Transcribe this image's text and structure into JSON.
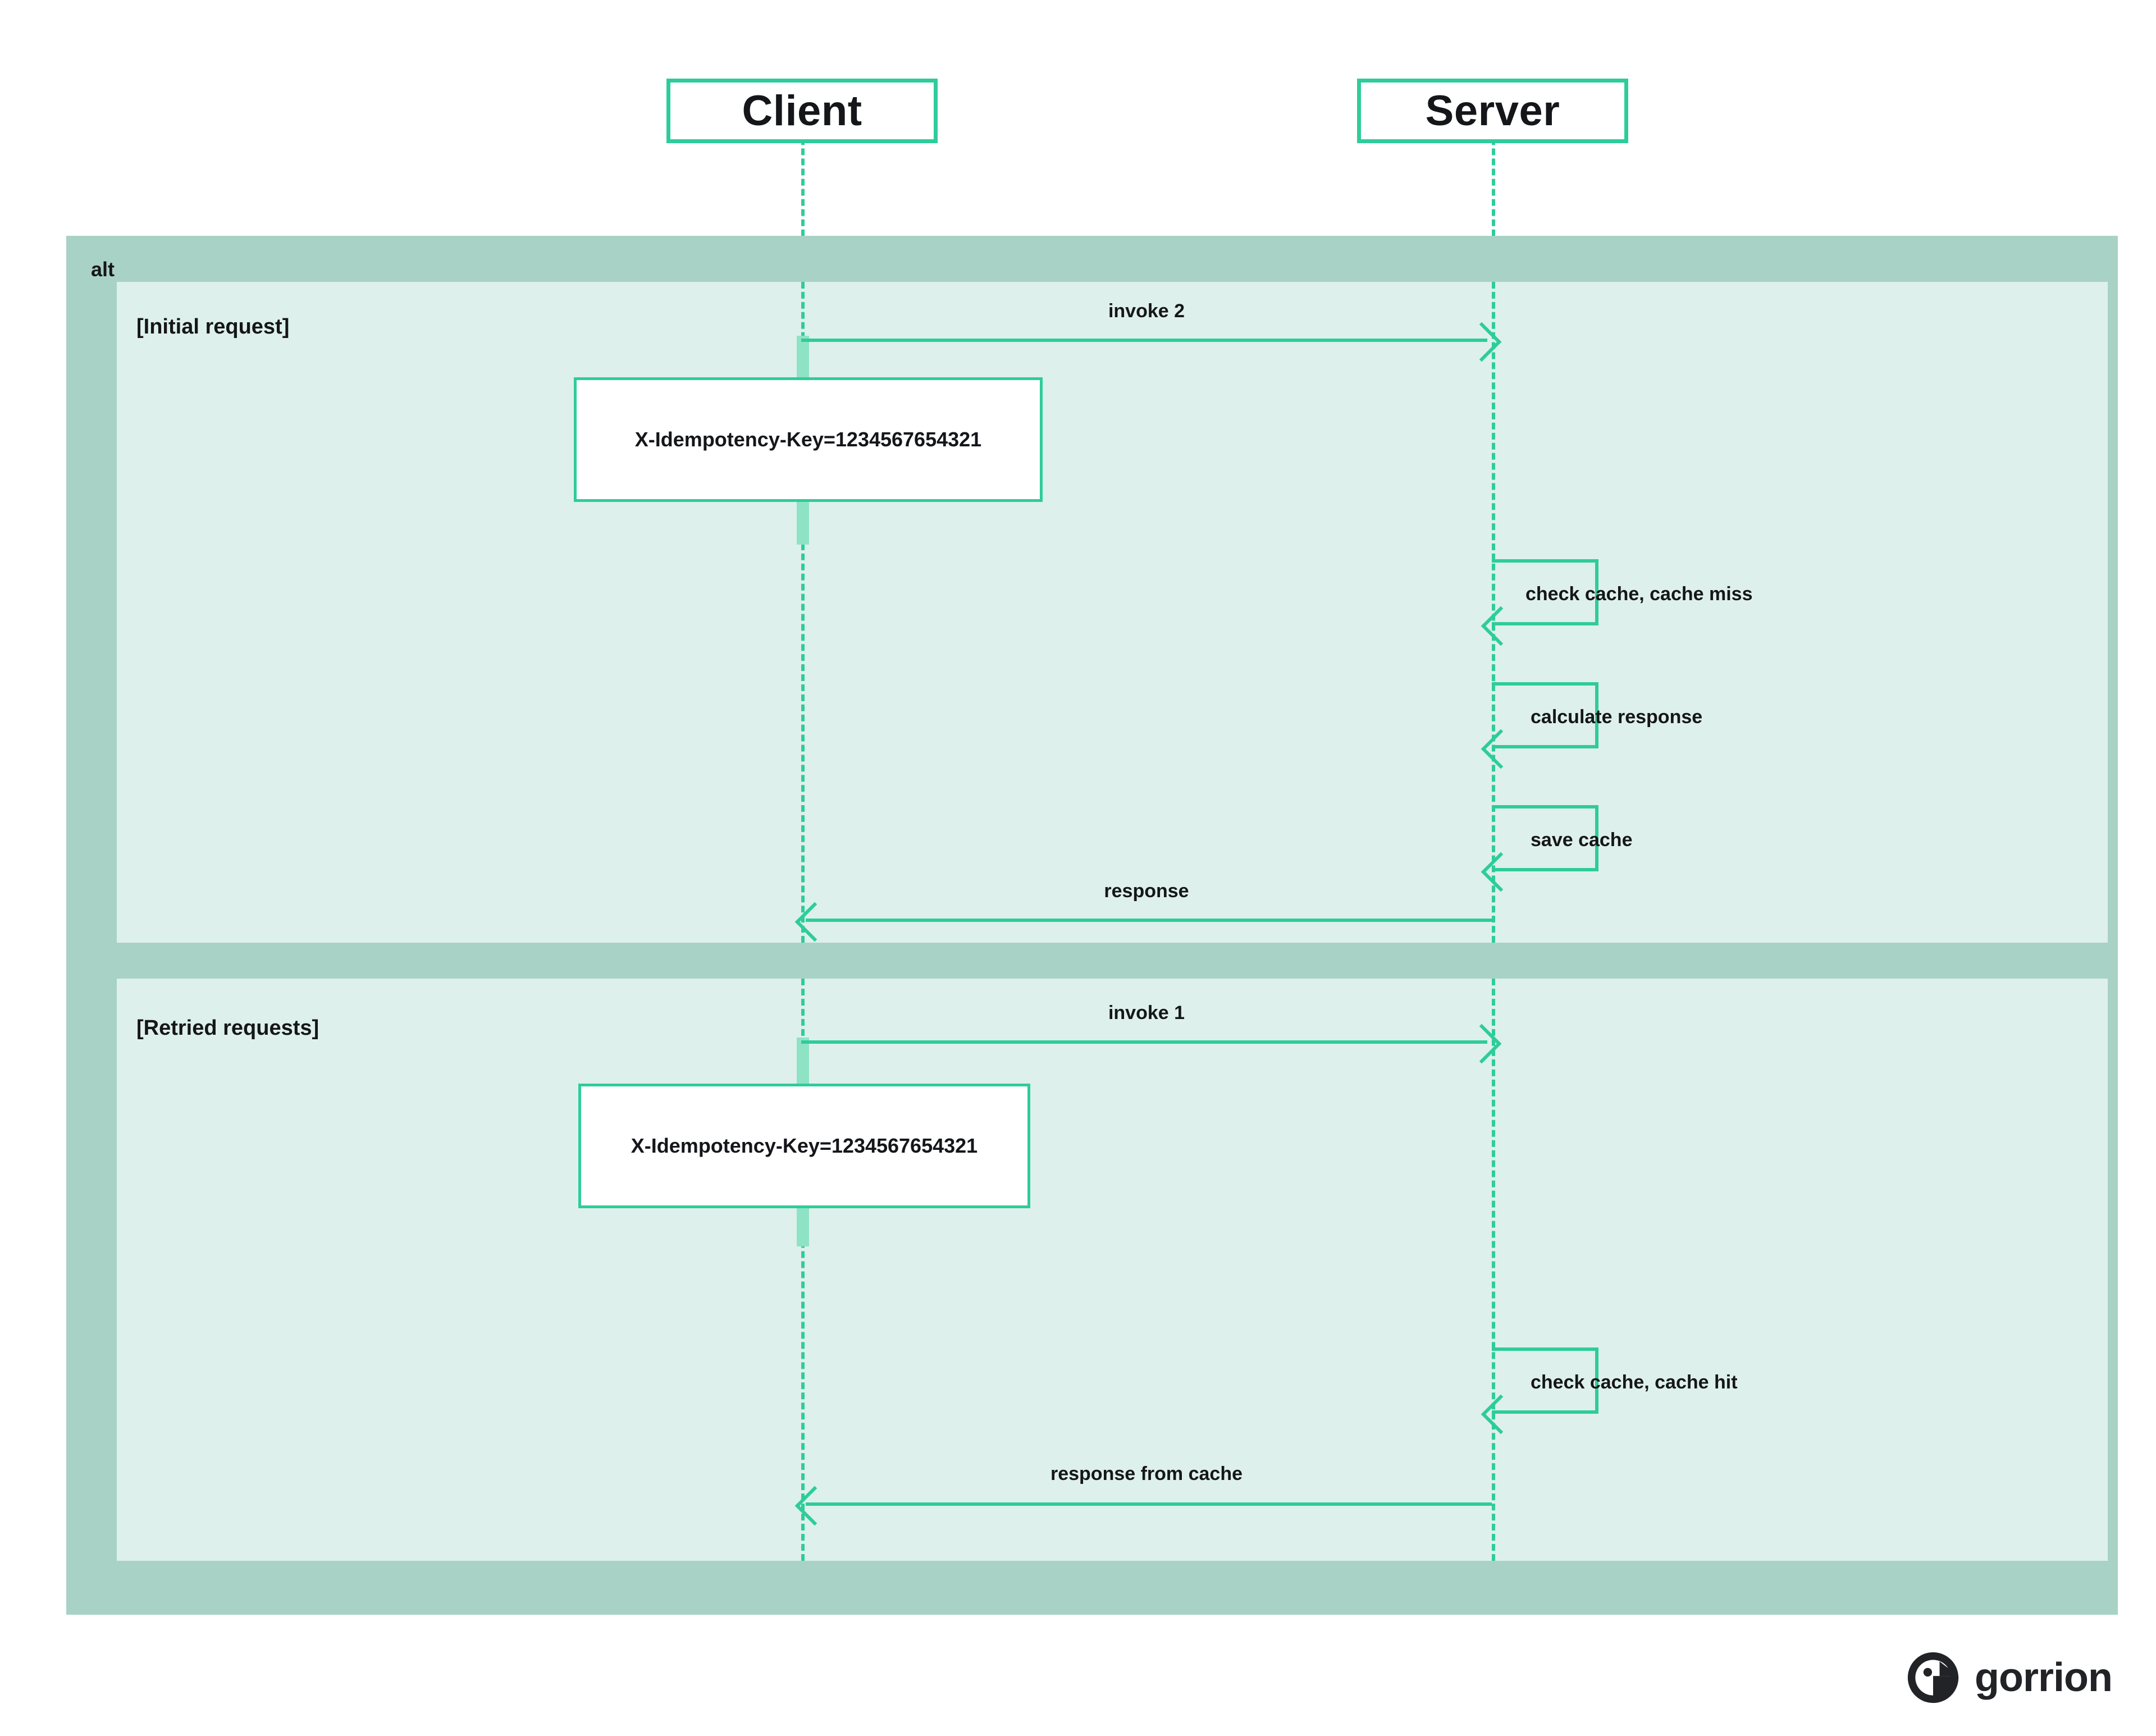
{
  "colors": {
    "accent": "#2ecc9b",
    "frame": "#a8d2c5",
    "panel": "#def0eb",
    "activation": "#8fe3c5",
    "text": "#15161a",
    "logo": "#222327"
  },
  "participants": [
    {
      "id": "client",
      "label": "Client"
    },
    {
      "id": "server",
      "label": "Server"
    }
  ],
  "fragment": {
    "operator": "alt",
    "panels": [
      {
        "id": "initial",
        "label": "[Initial request]"
      },
      {
        "id": "retried",
        "label": "[Retried requests]"
      }
    ]
  },
  "messages": [
    {
      "id": "invoke2",
      "label": "invoke 2",
      "from": "client",
      "to": "server",
      "direction": "right"
    },
    {
      "id": "response",
      "label": "response",
      "from": "server",
      "to": "client",
      "direction": "left"
    },
    {
      "id": "invoke1",
      "label": "invoke 1",
      "from": "client",
      "to": "server",
      "direction": "right"
    },
    {
      "id": "response-cache",
      "label": "response from cache",
      "from": "server",
      "to": "client",
      "direction": "left"
    }
  ],
  "self_calls": [
    {
      "id": "check-cache-miss",
      "label": "check cache, cache miss",
      "on": "server"
    },
    {
      "id": "calculate-response",
      "label": "calculate response",
      "on": "server"
    },
    {
      "id": "save-cache",
      "label": "save cache",
      "on": "server"
    },
    {
      "id": "check-cache-hit",
      "label": "check cache, cache hit",
      "on": "server"
    }
  ],
  "notes": [
    {
      "id": "note-initial",
      "text": "X-Idempotency-Key=1234567654321",
      "on": "client"
    },
    {
      "id": "note-retried",
      "text": "X-Idempotency-Key=1234567654321",
      "on": "client"
    }
  ],
  "logo": {
    "name": "gorrion",
    "mark": "gorrion-bird-icon"
  }
}
